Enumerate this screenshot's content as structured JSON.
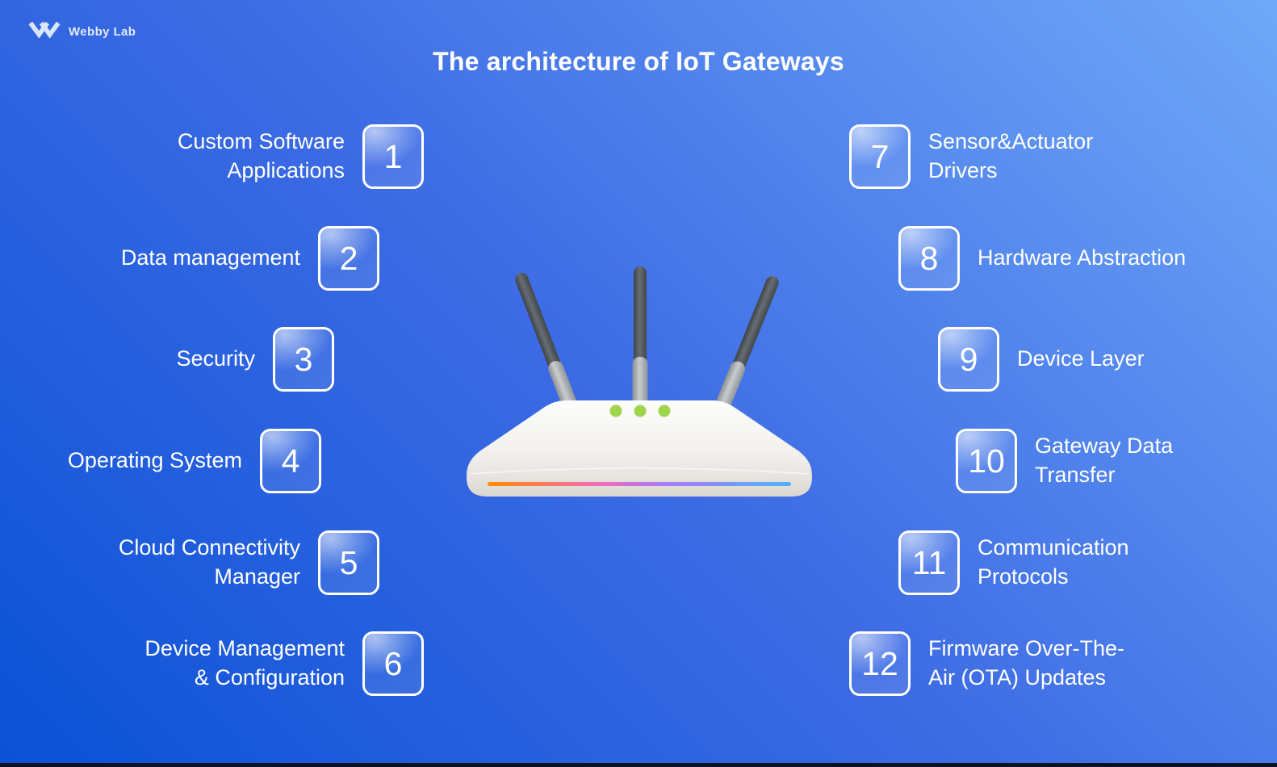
{
  "header": {
    "brand": "Webby Lab",
    "title": "The architecture of IoT Gateways"
  },
  "items": {
    "left": [
      {
        "number": "1",
        "label": "Custom Software\nApplications"
      },
      {
        "number": "2",
        "label": "Data management"
      },
      {
        "number": "3",
        "label": "Security"
      },
      {
        "number": "4",
        "label": "Operating System"
      },
      {
        "number": "5",
        "label": "Cloud Connectivity\nManager"
      },
      {
        "number": "6",
        "label": "Device Management\n& Configuration"
      }
    ],
    "right": [
      {
        "number": "7",
        "label": "Sensor&Actuator\nDrivers"
      },
      {
        "number": "8",
        "label": "Hardware Abstraction"
      },
      {
        "number": "9",
        "label": "Device Layer"
      },
      {
        "number": "10",
        "label": "Gateway Data\nTransfer"
      },
      {
        "number": "11",
        "label": "Communication\nProtocols"
      },
      {
        "number": "12",
        "label": "Firmware Over-The-\nAir (OTA) Updates"
      }
    ]
  },
  "illustration": {
    "name": "wifi-router",
    "led_color": "#9FD54B",
    "strip_colors": [
      "#FF8A00",
      "#EF6BBE",
      "#A97CF5",
      "#4FB3F9"
    ]
  },
  "colors": {
    "background_start": "#6FA8F8",
    "background_end": "#0A52D6",
    "box_border": "#FFFFFF",
    "text": "#FFFFFF"
  }
}
